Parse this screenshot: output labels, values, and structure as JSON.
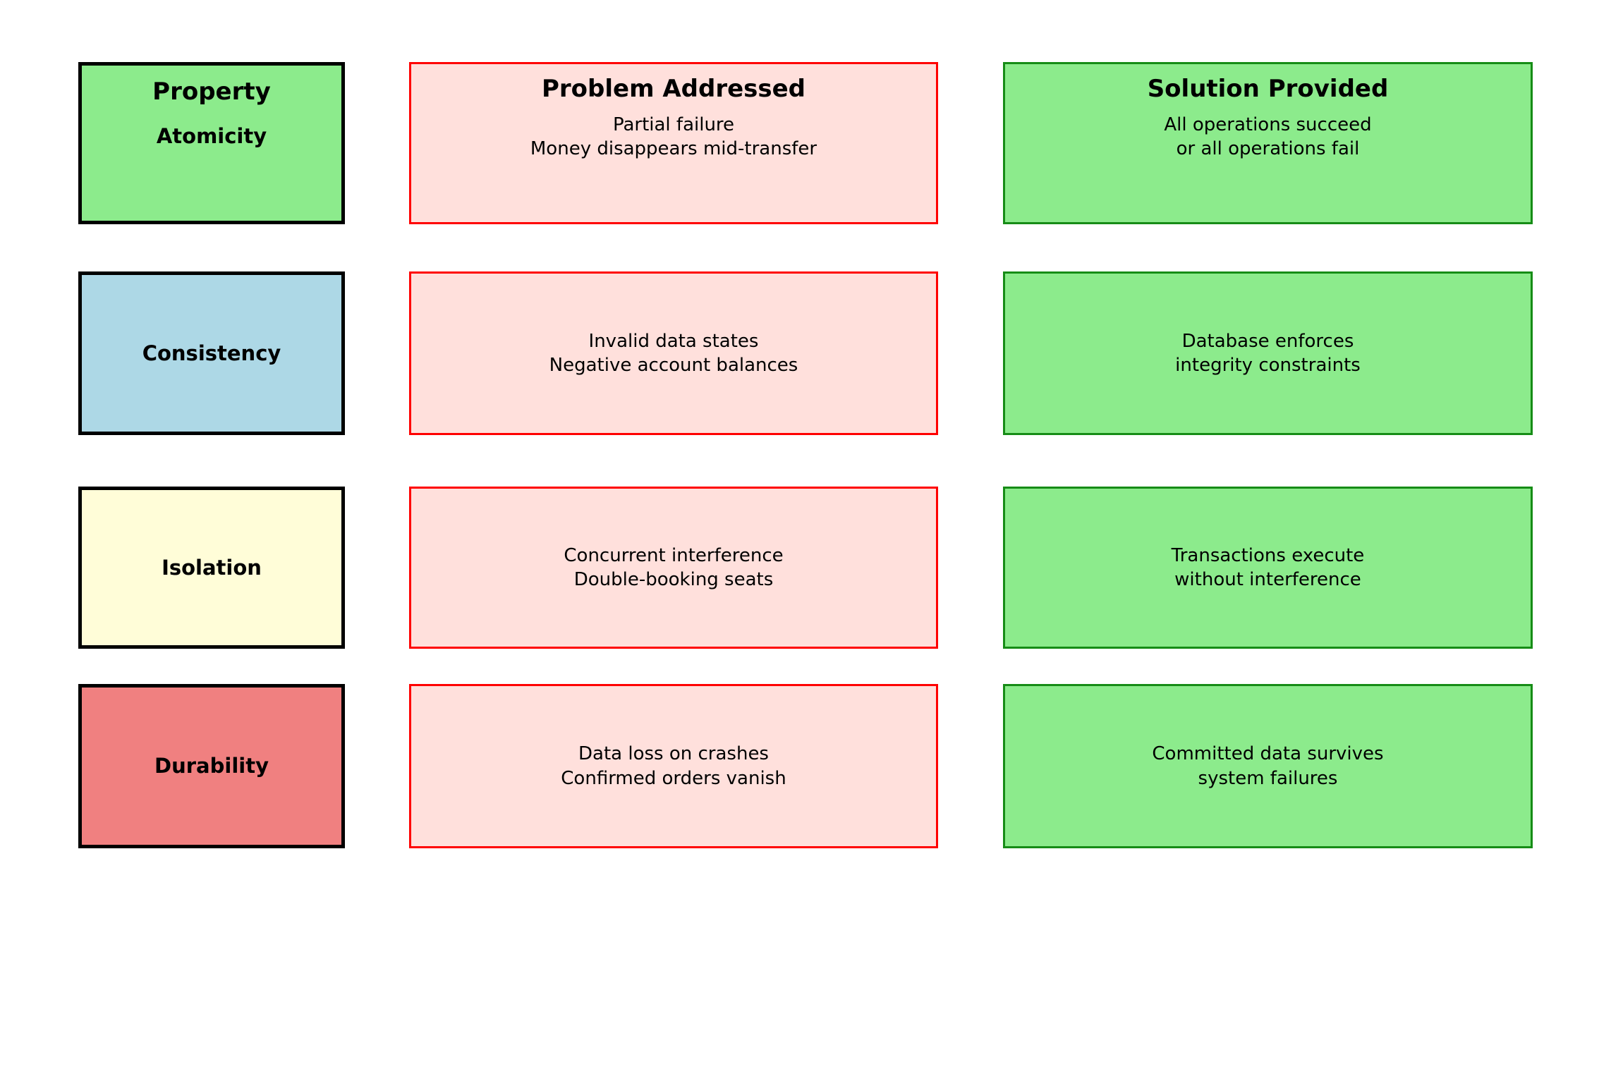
{
  "headers": {
    "property": "Property",
    "problem": "Problem Addressed",
    "solution": "Solution Provided"
  },
  "colors": {
    "atomicity_fill": "#8ceb8c",
    "consistency_fill": "#add8e6",
    "isolation_fill": "#fffdd8",
    "durability_fill": "#f08080",
    "problem_fill": "#ffe0dc",
    "problem_border": "#ff0000",
    "solution_fill": "#8ceb8c",
    "solution_border": "#168c16",
    "property_border": "#000000"
  },
  "rows": [
    {
      "property": "Atomicity",
      "problem": "Partial failure\nMoney disappears mid-transfer",
      "solution": "All operations succeed\nor all operations fail"
    },
    {
      "property": "Consistency",
      "problem": "Invalid data states\nNegative account balances",
      "solution": "Database enforces\nintegrity constraints"
    },
    {
      "property": "Isolation",
      "problem": "Concurrent interference\nDouble-booking seats",
      "solution": "Transactions execute\nwithout interference"
    },
    {
      "property": "Durability",
      "problem": "Data loss on crashes\nConfirmed orders vanish",
      "solution": "Committed data survives\nsystem failures"
    }
  ]
}
